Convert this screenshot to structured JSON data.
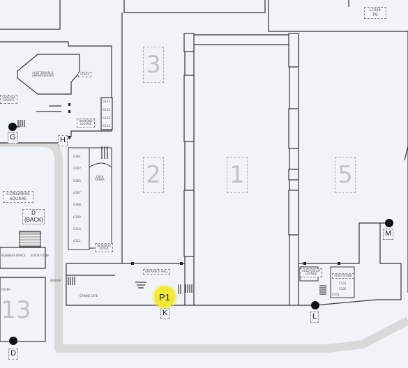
{
  "halls": [
    {
      "number": "3"
    },
    {
      "number": "2"
    },
    {
      "number": "1"
    },
    {
      "number": "5"
    }
  ],
  "locations": {
    "loge": "LOGE\nP9",
    "congress_square": "CONGRESS\nSQUARE",
    "d_back": "D\n(BACK)",
    "hall_13": "13",
    "auditorium": "AUDITORIUM &\nAMPHITHEATER",
    "stage": "STAGE",
    "sentosa_lounge": "SENTOSA\nLOUNGE",
    "diamond_lounge": "DIAMOND\nLOUNGE",
    "cafe": "CAFE\nARENA",
    "grand_cafe": "GRAND CAFE",
    "entrance_hall": "ENTRANCE HALL",
    "bridge": "BRIDGE",
    "foyer": "FOYER",
    "business_foyer": "BUSINESS\nFOYER",
    "business_brace": "BUSINESS BRACE",
    "auditorium_lounge": "AUDITORIUM\nLOUNGE",
    "loading_east": "STARTSTAND",
    "center_lounge": "ELICIA FOYER"
  },
  "rooms_left": [
    "G101",
    "G102",
    "G103",
    "G107",
    "G108",
    "G109",
    "G110",
    "G111"
  ],
  "rooms_top": [
    "G131",
    "G132",
    "G133",
    "G134"
  ],
  "rooms_right": [
    "C101",
    "C102",
    "C103"
  ],
  "docks": [
    {
      "letter": "G"
    },
    {
      "letter": "H"
    },
    {
      "letter": "D"
    },
    {
      "letter": "K"
    },
    {
      "letter": "L"
    },
    {
      "letter": "M"
    }
  ],
  "marker": {
    "label": "P1",
    "color": "#f2e837"
  }
}
